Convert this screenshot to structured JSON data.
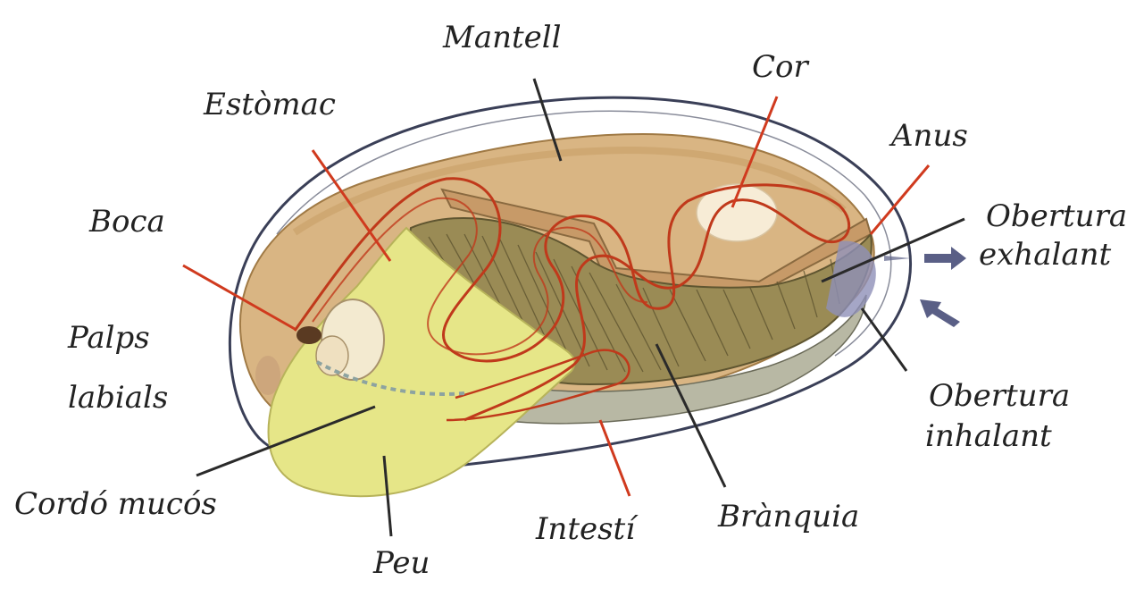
{
  "labels": {
    "mantell": "Mantell",
    "cor": "Cor",
    "estomac": "Estòmac",
    "anus": "Anus",
    "boca": "Boca",
    "obertura_exhalant_1": "Obertura",
    "obertura_exhalant_2": "exhalant",
    "palps_1": "Palps",
    "palps_2": "labials",
    "obertura_inhalant_1": "Obertura",
    "obertura_inhalant_2": "inhalant",
    "cordo": "Cordó mucós",
    "intesti": "Intestí",
    "branquia": "Brànquia",
    "peu": "Peu"
  },
  "colors": {
    "shell_outline": "#3a3f57",
    "mantle": "#d9b583",
    "gill": "#9a8b55",
    "foot": "#e6e688",
    "intestine": "#c0391b",
    "pointer_red": "#d03a1e",
    "pointer_dark": "#2a2a2a",
    "flow_arrow": "#5a5f86"
  },
  "icons": [
    "exhalant-flow-arrow-icon",
    "inhalant-flow-arrow-icon"
  ]
}
